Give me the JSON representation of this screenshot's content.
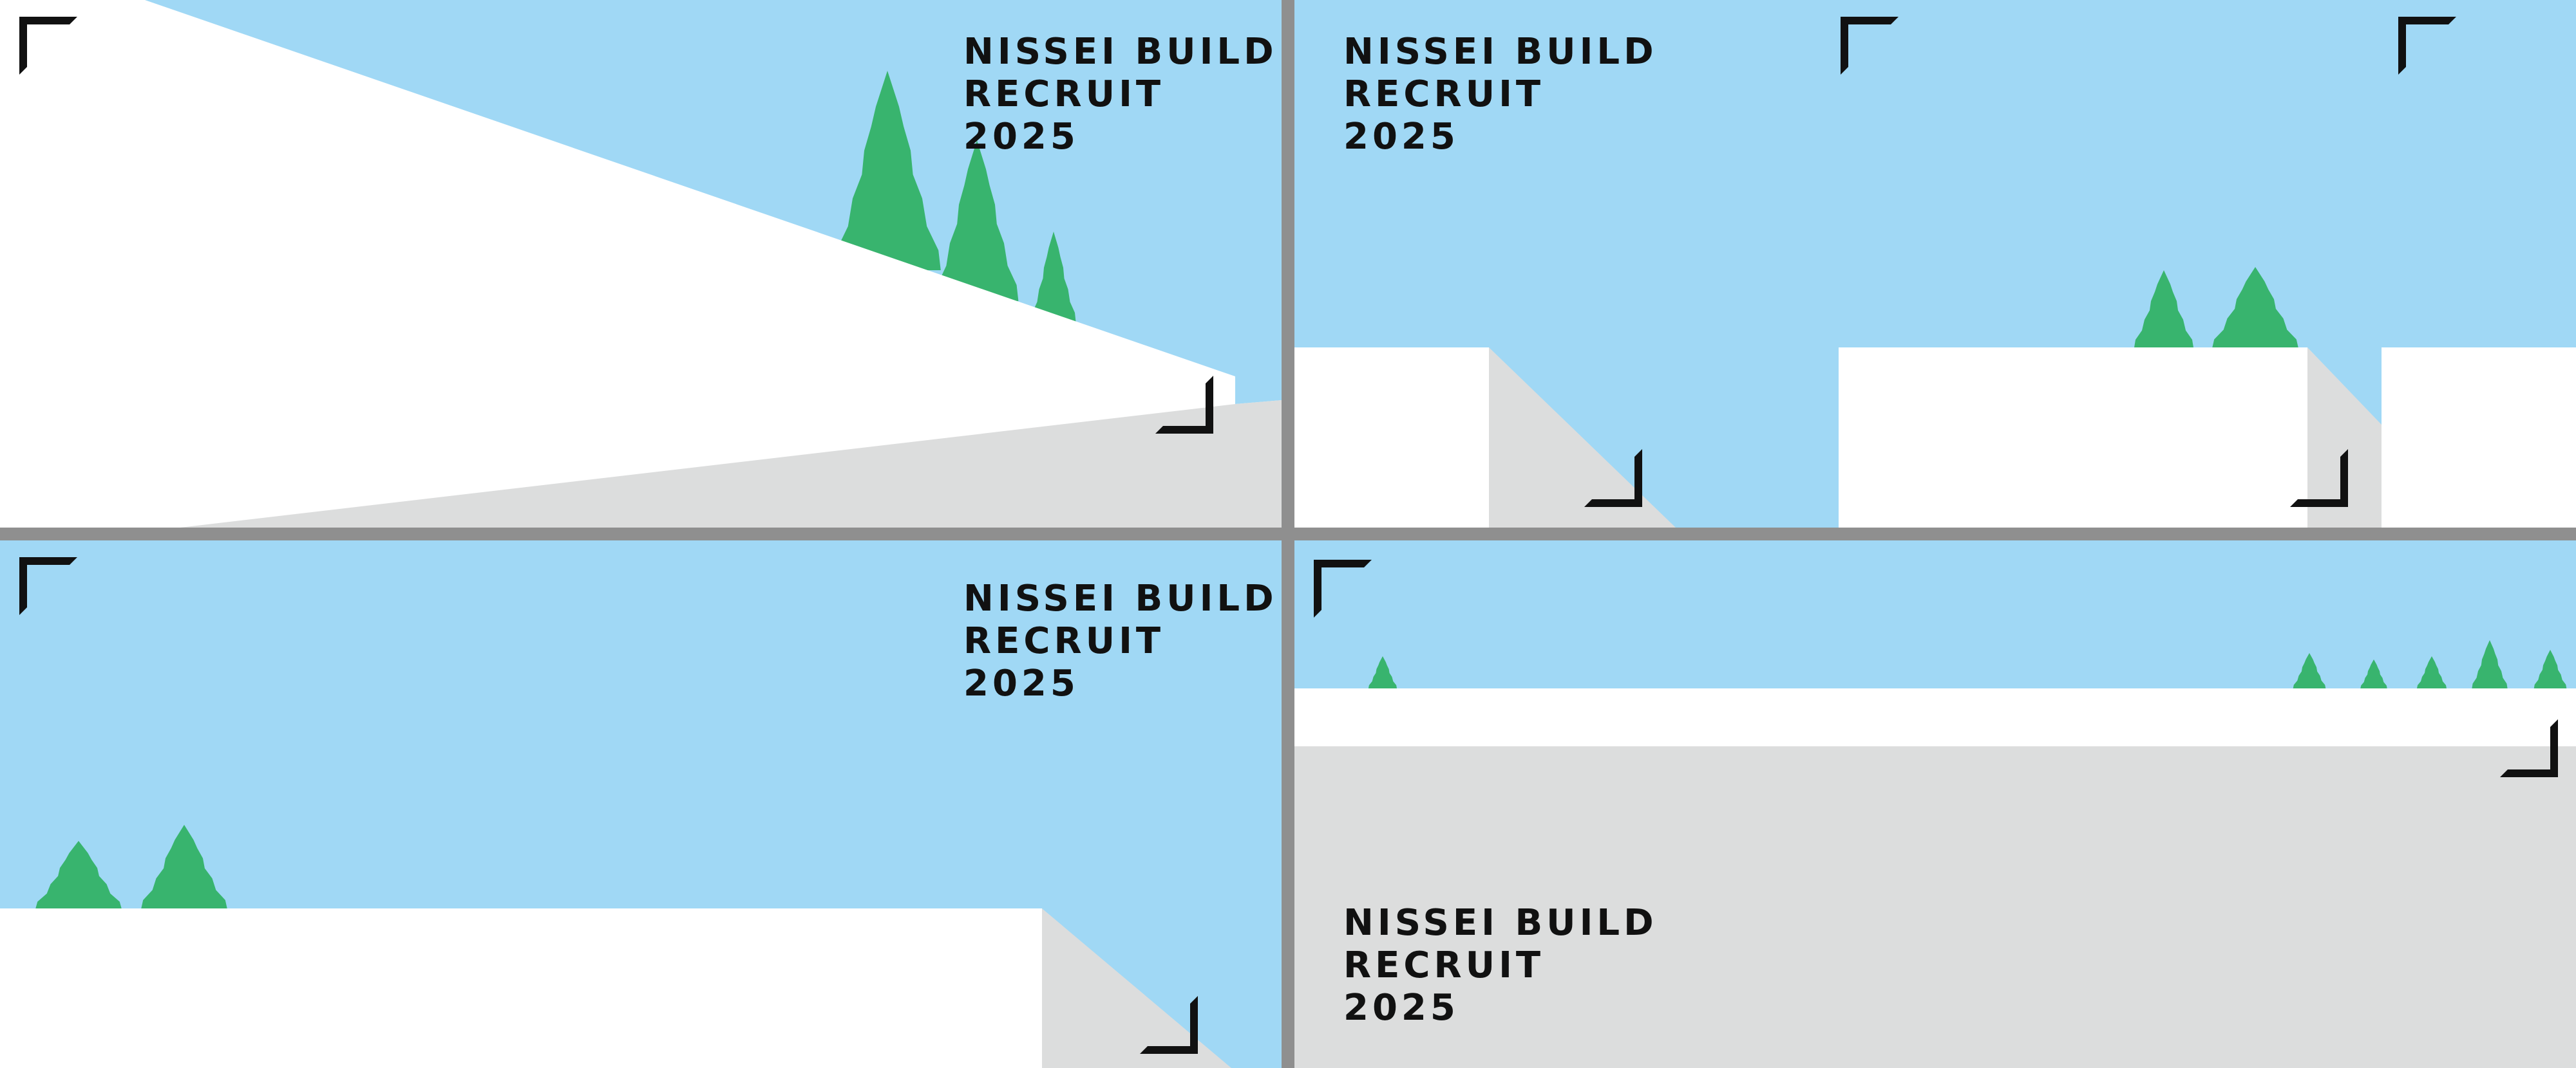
{
  "colors": {
    "sky": "#a0d8f5",
    "snow": "#ffffff",
    "slope": "#dcdddd",
    "tree": "#38b46e",
    "ink": "#111111",
    "divider": "#8f8f8f"
  },
  "icons": {
    "frame_corner_top_left": "corner-bracket-top-left-icon",
    "frame_corner_bottom_right": "corner-bracket-bottom-right-icon",
    "tree": "tree-icon"
  },
  "panels": [
    {
      "title_lines": [
        "NISSEI BUILD",
        "RECRUIT",
        "2025"
      ]
    },
    {
      "title_lines": [
        "NISSEI BUILD",
        "RECRUIT",
        "2025"
      ]
    },
    {
      "title_lines": [
        "NISSEI BUILD",
        "RECRUIT",
        "2025"
      ]
    },
    {
      "title_lines": [
        "NISSEI BUILD",
        "RECRUIT",
        "2025"
      ]
    }
  ]
}
